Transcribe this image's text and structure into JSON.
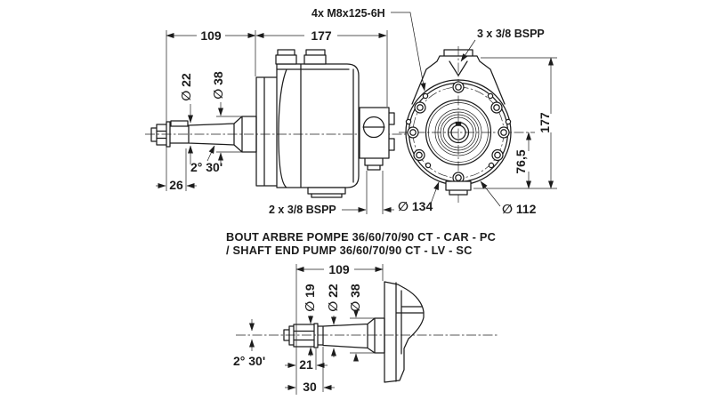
{
  "colors": {
    "ink": "#1c1c1c",
    "paper": "#ffffff"
  },
  "side_view": {
    "dim_shaft_length": "109",
    "dim_body_length": "177",
    "dia_shaft": "∅ 22",
    "dia_collar": "∅ 38",
    "taper_angle": "2° 30'",
    "dim_nut_length": "26",
    "ports_label": "2 x 3/8 BSPP"
  },
  "front_view": {
    "screws_label": "4x M8x125-6H",
    "ports_label": "3 x 3/8 BSPP",
    "dim_overall_height": "177",
    "dim_center_height": "76,5",
    "dia_flange": "∅ 134",
    "dia_bolt_circle": "∅ 112"
  },
  "caption": {
    "line1": "BOUT ARBRE POMPE 36/60/70/90 CT - CAR - PC",
    "line2": "/ SHAFT END PUMP 36/60/70/90 CT - LV - SC"
  },
  "shaft_detail": {
    "dim_shaft_length": "109",
    "dia_thread": "∅ 19",
    "dia_shaft": "∅ 22",
    "dia_collar": "∅ 38",
    "taper_angle": "2° 30'",
    "dim_thread_length": "21",
    "dim_end_length": "30"
  }
}
